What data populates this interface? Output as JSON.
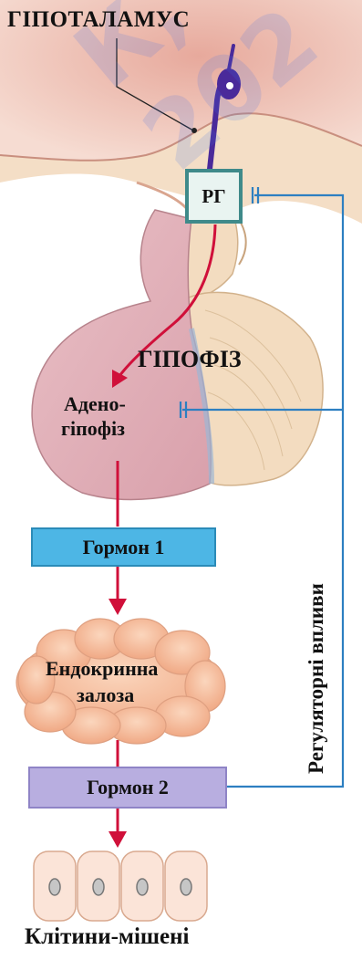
{
  "labels": {
    "hypothalamus": "ГІПОТАЛАМУС",
    "rg": "РГ",
    "pituitary": "ГІПОФІЗ",
    "adeno_line1": "Адено-",
    "adeno_line2": "гіпофіз",
    "hormone1": "Гормон 1",
    "endocrine_line1": "Ендокринна",
    "endocrine_line2": "залоза",
    "hormone2": "Гормон 2",
    "target_cells": "Клітини-мішені",
    "regulatory": "Регуляторні впливи"
  },
  "watermark": "К, 202",
  "colors": {
    "feedback_line": "#2d7fc1",
    "main_arrow": "#d0103a",
    "neuron": "#4a2a9a",
    "rg_border": "#3f8a8a",
    "rg_fill": "#e9f4f1",
    "hormone1_fill": "#4db6e5",
    "hormone2_fill": "#b8aee0",
    "adenohypophysis": "#e5b3bc",
    "neurohypophysis": "#f3dcc0",
    "gland": "#f6c5a6",
    "brain": "#e9b8aa"
  }
}
